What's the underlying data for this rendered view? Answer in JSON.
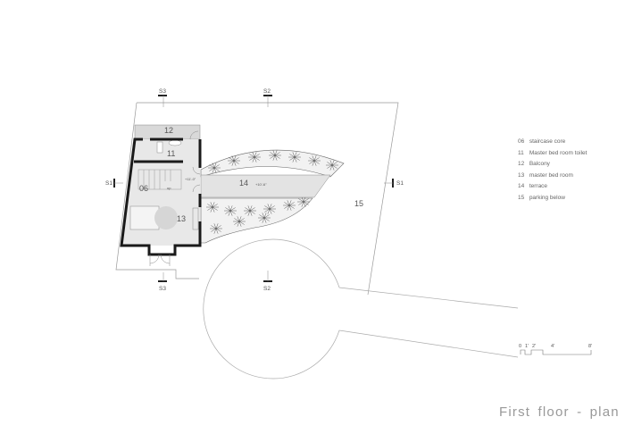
{
  "section_marks": {
    "s1_left": "S1",
    "s1_right": "S1",
    "s2_top": "S2",
    "s2_bottom": "S2",
    "s3_top": "S3",
    "s3_bottom": "S3"
  },
  "rooms": {
    "balcony": "12",
    "toilet": "11",
    "staircase": "06",
    "stair_up": "up",
    "bedroom": "13",
    "terrace": "14",
    "parking": "15"
  },
  "levels": {
    "interior": "+11'-0\"",
    "terrace": "+10'-6\""
  },
  "legend": [
    {
      "num": "06",
      "label": "staircase core"
    },
    {
      "num": "11",
      "label": "Master bed room toilet"
    },
    {
      "num": "12",
      "label": "Balcony"
    },
    {
      "num": "13",
      "label": "master bed room"
    },
    {
      "num": "14",
      "label": "terrace"
    },
    {
      "num": "15",
      "label": "parking below"
    }
  ],
  "scale_bar": {
    "ticks": [
      "0",
      "1'",
      "2'",
      "4'",
      "8'"
    ]
  },
  "title": "First floor  - plan",
  "colors": {
    "wall": "#1a1a1a",
    "floor": "#e6e6e6",
    "line": "#999999",
    "text": "#555555"
  }
}
